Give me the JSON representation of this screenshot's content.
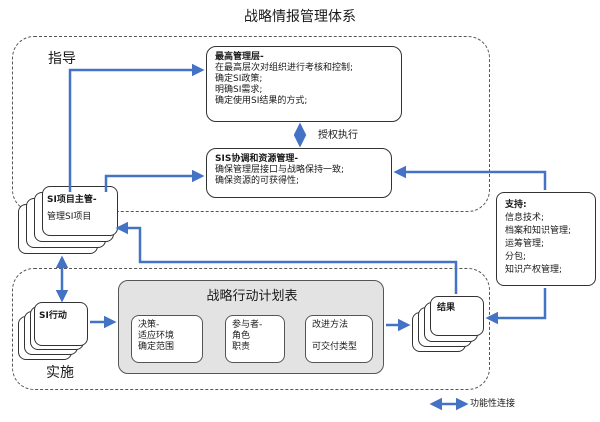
{
  "title": "战略情报管理体系",
  "regions": {
    "guidance": "指导",
    "implementation": "实施"
  },
  "top_management": {
    "heading": "最高管理层-",
    "lines": [
      "在最高层次对组织进行考核和控制;",
      "确定SI政策;",
      "明确SI需求;",
      "确定使用SI结果的方式;"
    ]
  },
  "authorize_label": "授权执行",
  "sis_coordination": {
    "heading": "SIS协调和资源管理-",
    "lines": [
      "确保管理层接口与战略保持一致;",
      "确保资源的可获得性;"
    ]
  },
  "si_manager": {
    "heading": "SI项目主管-",
    "line": "管理SI项目"
  },
  "support": {
    "heading": "支持:",
    "lines": [
      "信息技术;",
      "档案和知识管理;",
      "运筹管理;",
      "分包;",
      "知识产权管理;"
    ]
  },
  "si_action": "SI行动",
  "action_plan": {
    "title": "战略行动计划表",
    "boxes": [
      {
        "lines": [
          "决策-",
          "适应环境",
          "确定范围"
        ]
      },
      {
        "lines": [
          "参与者-",
          "角色",
          "职责"
        ]
      },
      {
        "lines": [
          "改进方法",
          "",
          "可交付类型"
        ]
      }
    ]
  },
  "results": "结果",
  "legend": "功能性连接",
  "colors": {
    "arrow": "#4472c4",
    "plan_fill": "#e3e3e3"
  }
}
